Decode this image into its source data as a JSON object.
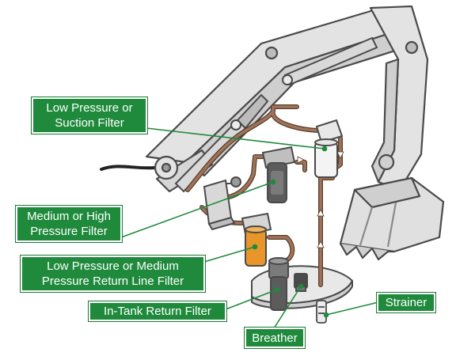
{
  "labels": {
    "suction": {
      "line1": "Low Pressure or",
      "line2": "Suction Filter"
    },
    "pressure": {
      "line1": "Medium or High",
      "line2": "Pressure Filter"
    },
    "return_line": {
      "line1": "Low Pressure or Medium",
      "line2": "Pressure Return Line Filter"
    },
    "in_tank": {
      "line1": "In-Tank Return Filter"
    },
    "strainer": {
      "line1": "Strainer"
    },
    "breather": {
      "line1": "Breather"
    }
  },
  "colors": {
    "label_bg": "#1f8a3c",
    "leader": "#1f8a3c",
    "hose": "#a0745a",
    "machine": "#e3e3e3",
    "machine_outline": "#4a4a4a",
    "highlight_filter": "#e8962a"
  }
}
